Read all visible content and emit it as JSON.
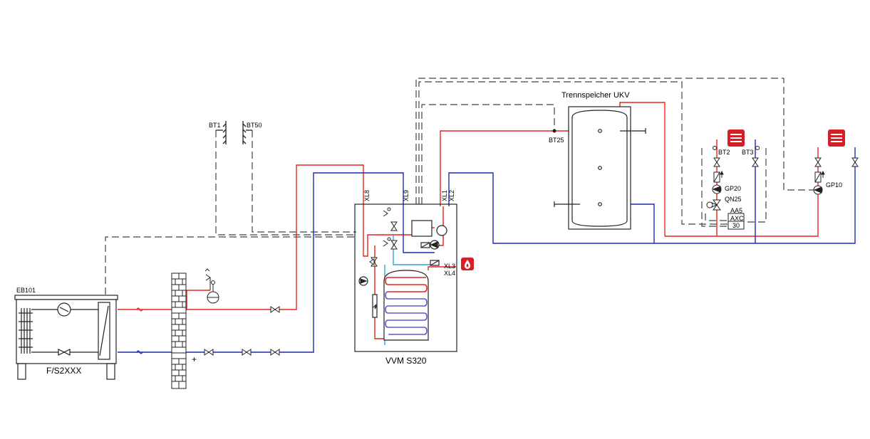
{
  "labels": {
    "eb101": "EB101",
    "heatpump_model": "F/S2XXX",
    "bt1": "BT1",
    "bt50": "BT50",
    "xl8": "XL8",
    "xl9": "XL9",
    "xl1": "XL1",
    "xl2": "XL2",
    "xl3": "XL3",
    "xl4": "XL4",
    "indoor_model": "VVM S320",
    "buffer_title": "Trennspeicher UKV",
    "bt25": "BT25",
    "bt2": "BT2",
    "bt3": "BT3",
    "gp20": "GP20",
    "qn25": "QN25",
    "aa5": "AA5",
    "axc": "AXC",
    "axc_num": "30",
    "gp10": "GP10"
  },
  "icons": {
    "heat_emitter": "radiator-icon",
    "hot_water": "water-drop-icon",
    "pump": "circulation-pump-icon",
    "valve": "valve-icon"
  },
  "colors": {
    "supply": "#e8241c",
    "return": "#1c28b4",
    "cold_water": "#2fa4dc",
    "signal": "#444444",
    "outline": "#222222",
    "radiator": "#d81e24"
  }
}
